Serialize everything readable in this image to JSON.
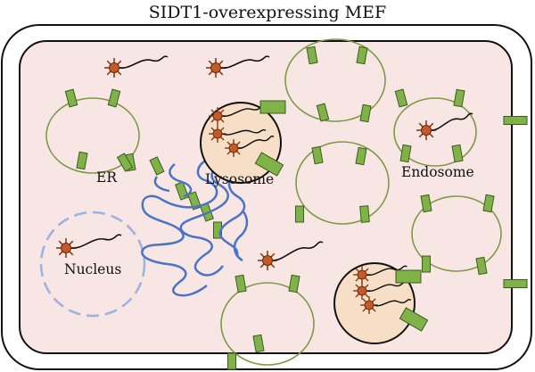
{
  "title": "SIDT1-overexpressing MEF",
  "labels": {
    "er": "ER",
    "lysosome": "Lysosome",
    "endosome": "Endosome",
    "nucleus": "Nucleus"
  },
  "colors": {
    "cytoplasm": "#f7e6e4",
    "outline": "#111111",
    "vesicle": "#7d9a45",
    "transporter": "#7fb347",
    "er": "#4b74c4",
    "nucleus": "#9db2e0",
    "lysosome_fill": "#f6dfc6",
    "rna_body": "#c55a28"
  }
}
